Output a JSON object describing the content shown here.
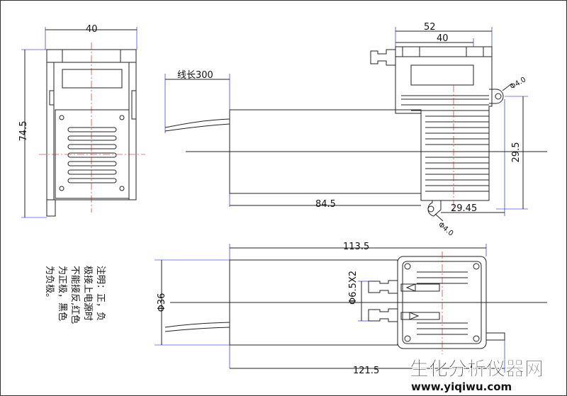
{
  "front_view": {
    "width_dim": "40",
    "height_dim": "74.5"
  },
  "side_view": {
    "wire_label": "线长300",
    "length_dim": "84.5",
    "width_outer_dim": "52",
    "width_inner_dim": "40",
    "height_dim": "29.5",
    "offset_dim": "29.45",
    "hole_top": "Φ4.0",
    "hole_bottom": "Φ4.0"
  },
  "top_view": {
    "length_dim": "113.5",
    "overall_dim": "121.5",
    "diameter_dim": "Φ36",
    "port_dim": "Φ6.5X2"
  },
  "note": {
    "lines": [
      "注明：正，负",
      "极接上电源时",
      "不能接反,红色",
      "为正极，黑色",
      "为负极。"
    ]
  },
  "watermark": {
    "title": "生化分析仪器网",
    "url": "www.yiqiwu.com"
  }
}
